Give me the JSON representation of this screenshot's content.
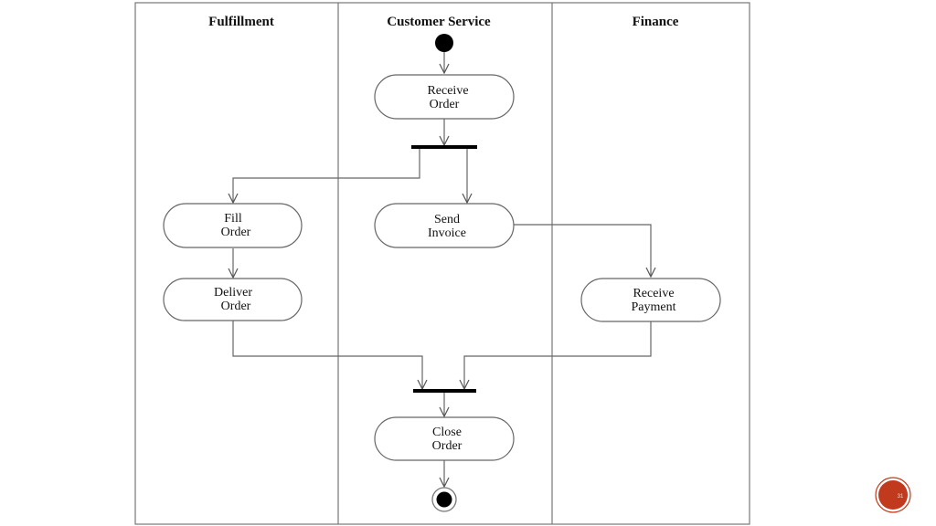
{
  "swimlanes": [
    {
      "title": "Fulfillment"
    },
    {
      "title": "Customer Service"
    },
    {
      "title": "Finance"
    }
  ],
  "activities": {
    "receive_order": {
      "line1": "Receive",
      "line2": "Order"
    },
    "send_invoice": {
      "line1": "Send",
      "line2": "Invoice"
    },
    "fill_order": {
      "line1": "Fill",
      "line2": "Order"
    },
    "deliver_order": {
      "line1": "Deliver",
      "line2": "Order"
    },
    "receive_payment": {
      "line1": "Receive",
      "line2": "Payment"
    },
    "close_order": {
      "line1": "Close",
      "line2": "Order"
    }
  },
  "colors": {
    "line": "#7a7a7a",
    "node_fill": "#000000",
    "badge": "#c23a1d"
  },
  "badge": {
    "label": "31"
  }
}
